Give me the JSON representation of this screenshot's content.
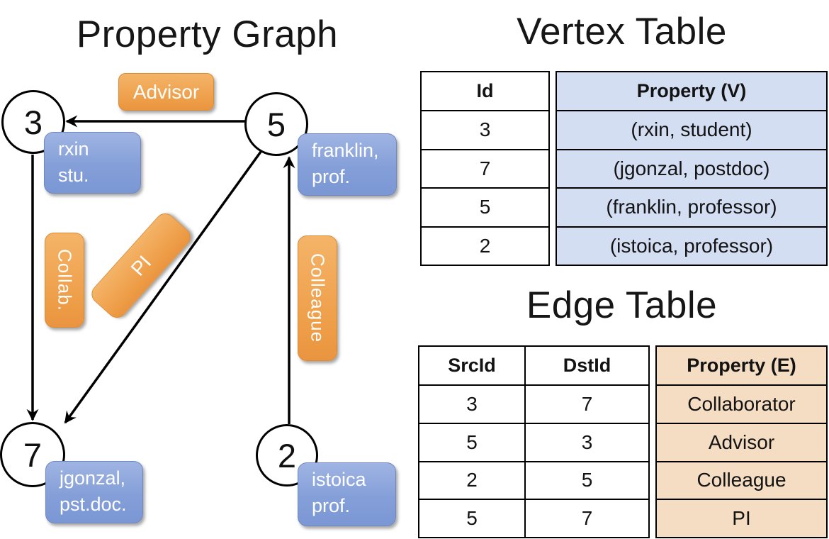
{
  "titles": {
    "graph": "Property Graph",
    "vertex_table": "Vertex Table",
    "edge_table": "Edge Table"
  },
  "graph": {
    "nodes": [
      {
        "id": "3",
        "label_lines": [
          "rxin",
          "stu."
        ]
      },
      {
        "id": "5",
        "label_lines": [
          "franklin,",
          "prof."
        ]
      },
      {
        "id": "7",
        "label_lines": [
          "jgonzal,",
          "pst.doc."
        ]
      },
      {
        "id": "2",
        "label_lines": [
          "istoica",
          "prof."
        ]
      }
    ],
    "edges": [
      {
        "label": "Advisor",
        "src": "5",
        "dst": "3"
      },
      {
        "label": "Collab.",
        "src": "3",
        "dst": "7"
      },
      {
        "label": "PI",
        "src": "5",
        "dst": "7"
      },
      {
        "label": "Colleague",
        "src": "2",
        "dst": "5"
      }
    ]
  },
  "vertex_table": {
    "headers": {
      "id": "Id",
      "property": "Property (V)"
    },
    "rows": [
      {
        "id": "3",
        "property": "(rxin, student)"
      },
      {
        "id": "7",
        "property": "(jgonzal, postdoc)"
      },
      {
        "id": "5",
        "property": "(franklin, professor)"
      },
      {
        "id": "2",
        "property": "(istoica, professor)"
      }
    ]
  },
  "edge_table": {
    "headers": {
      "src": "SrcId",
      "dst": "DstId",
      "property": "Property (E)"
    },
    "rows": [
      {
        "src": "3",
        "dst": "7",
        "property": "Collaborator"
      },
      {
        "src": "5",
        "dst": "3",
        "property": "Advisor"
      },
      {
        "src": "2",
        "dst": "5",
        "property": "Colleague"
      },
      {
        "src": "5",
        "dst": "7",
        "property": "PI"
      }
    ]
  },
  "colors": {
    "edge_accent": "#ec9a43",
    "vertex_accent": "#7e99d5",
    "vertex_cell_bg": "#d3def2",
    "edge_cell_bg": "#f5ddc3",
    "line": "#000000",
    "text_on_accent": "#ffffff"
  }
}
